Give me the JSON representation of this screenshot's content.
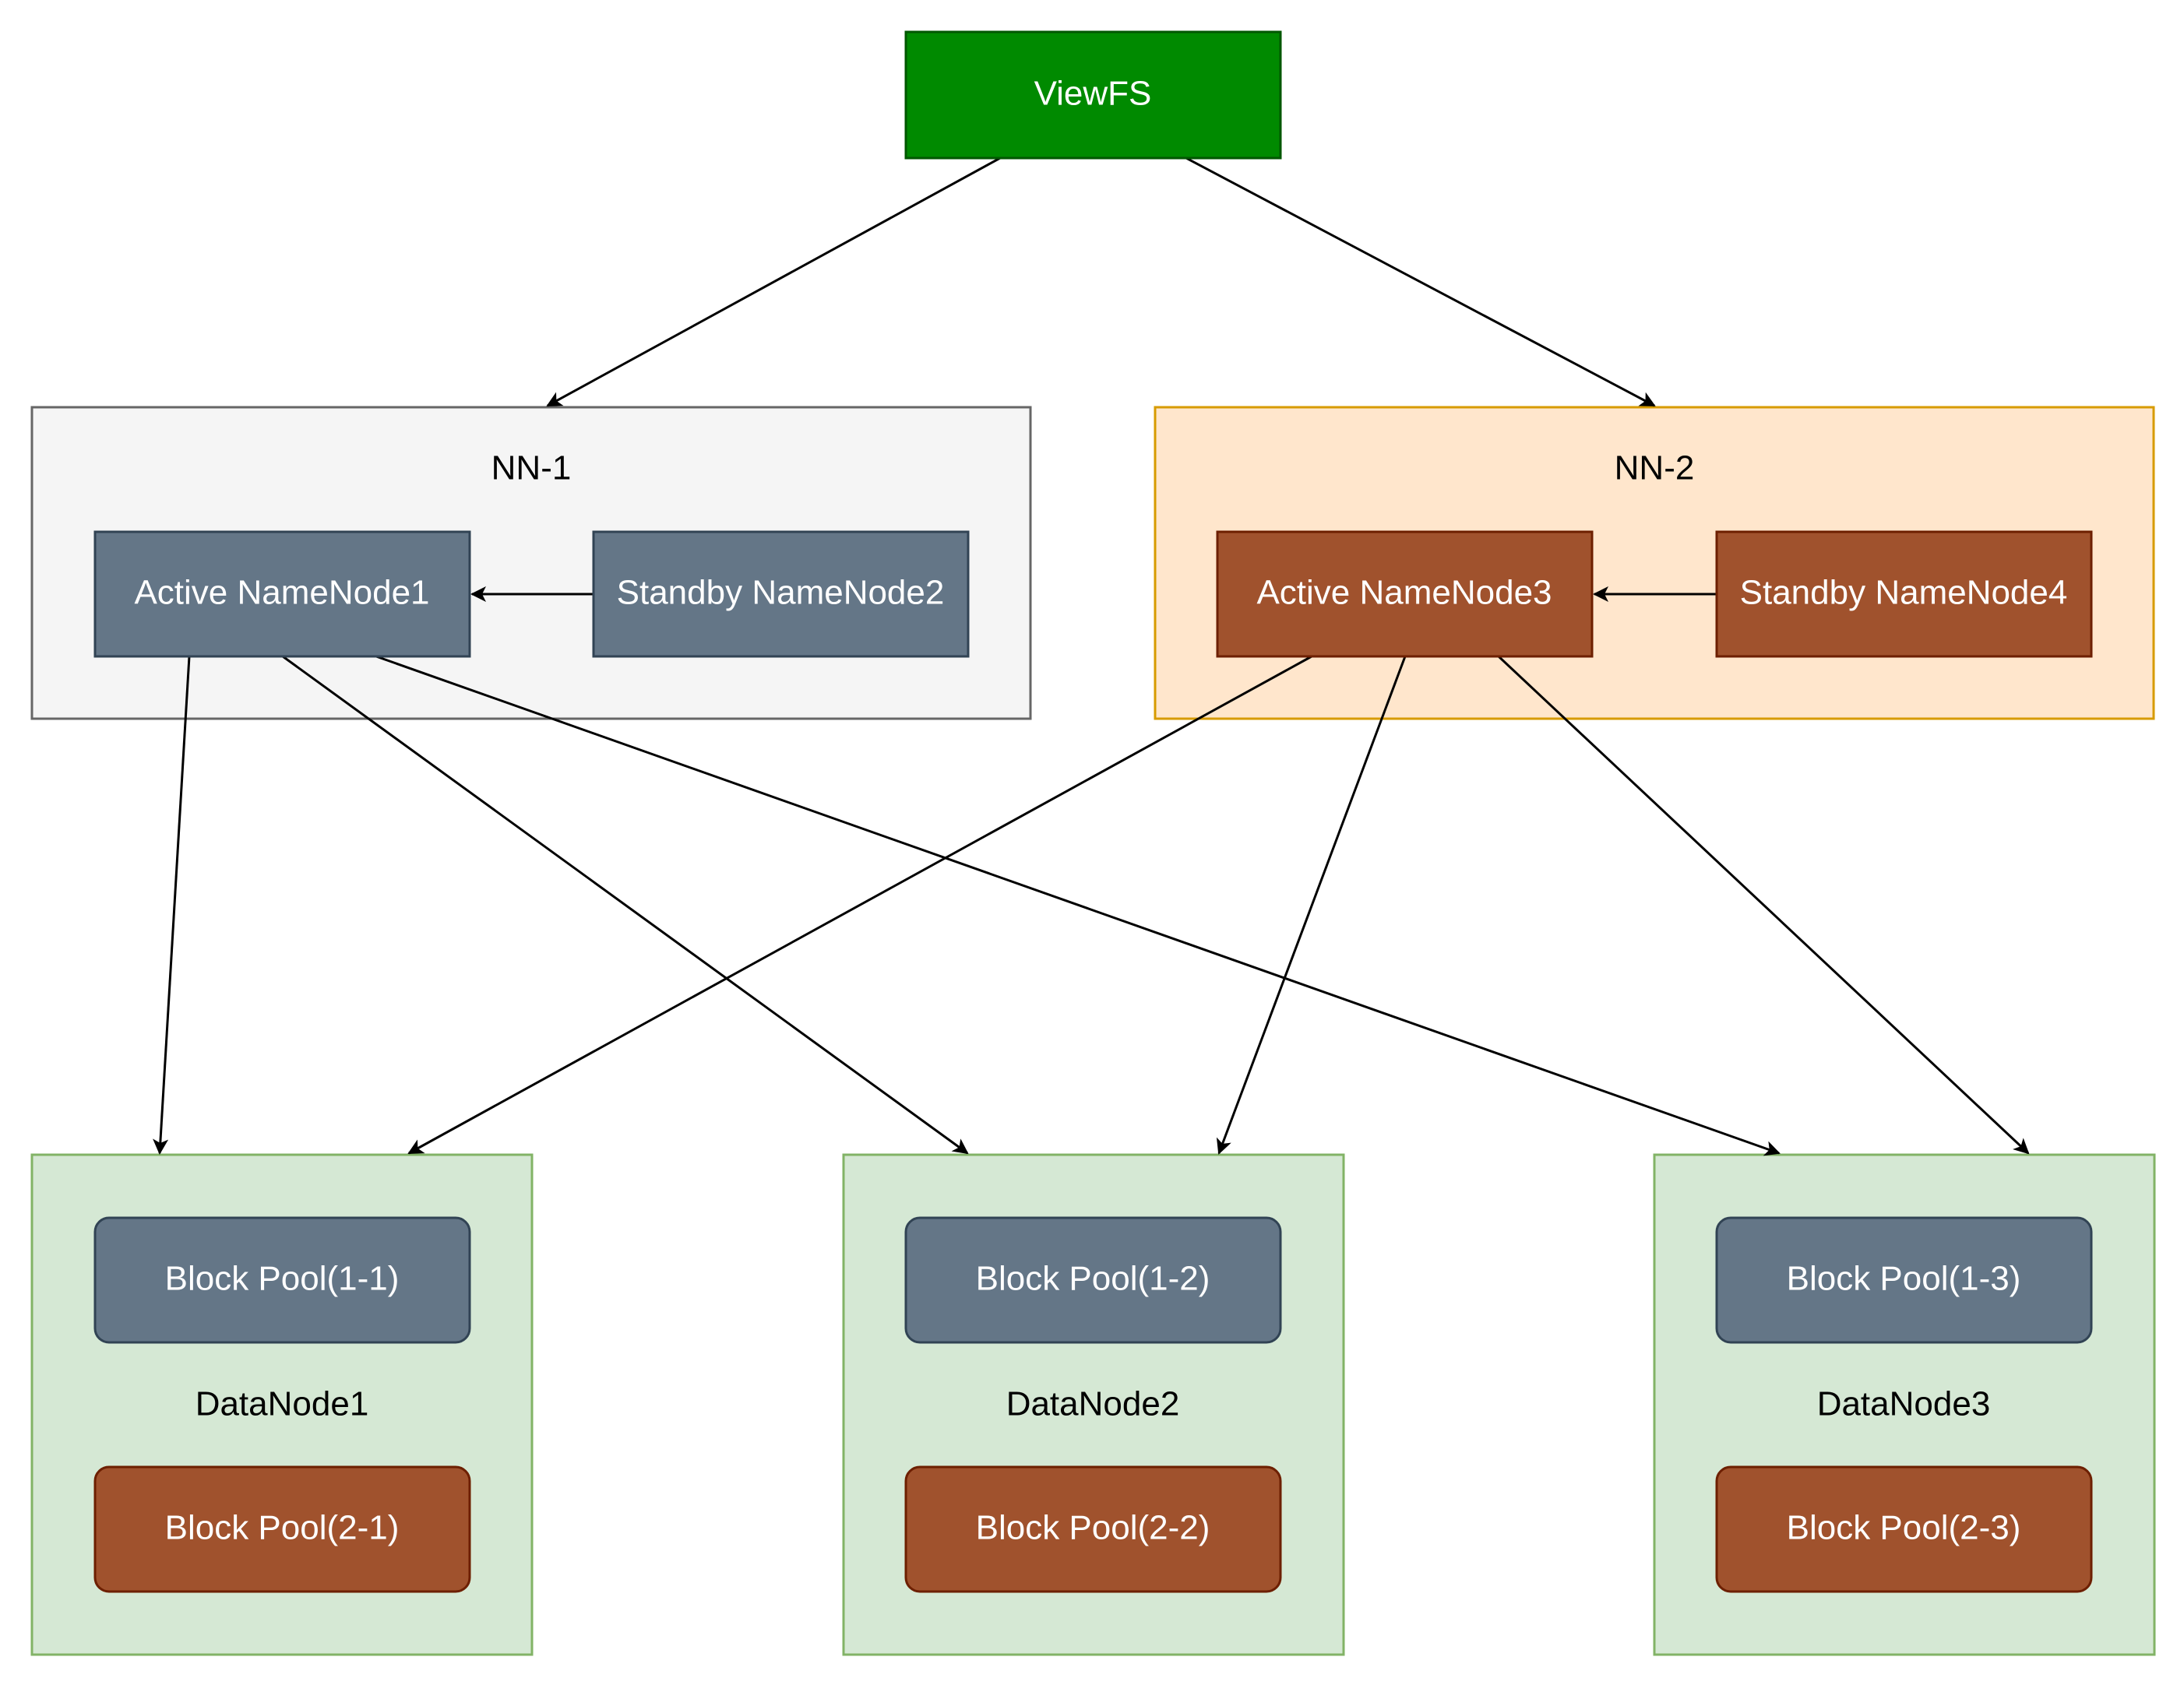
{
  "viewfs": {
    "label": "ViewFS"
  },
  "namespaces": [
    {
      "label": "NN-1",
      "active": "Active NameNode1",
      "standby": "Standby NameNode2"
    },
    {
      "label": "NN-2",
      "active": "Active NameNode3",
      "standby": "Standby NameNode4"
    }
  ],
  "datanodes": [
    {
      "label": "DataNode1",
      "pool_ns1": "Block Pool(1-1)",
      "pool_ns2": "Block Pool(2-1)"
    },
    {
      "label": "DataNode2",
      "pool_ns1": "Block Pool(1-2)",
      "pool_ns2": "Block Pool(2-2)"
    },
    {
      "label": "DataNode3",
      "pool_ns1": "Block Pool(1-3)",
      "pool_ns2": "Block Pool(2-3)"
    }
  ],
  "colors": {
    "viewfs_fill": "#008a00",
    "viewfs_stroke": "#005700",
    "nn1_container_fill": "#f5f5f5",
    "nn1_container_stroke": "#666666",
    "nn2_container_fill": "#ffe6cc",
    "nn2_container_stroke": "#d79b00",
    "ns1_node_fill": "#647687",
    "ns1_node_stroke": "#314354",
    "ns2_node_fill": "#a0522d",
    "ns2_node_stroke": "#6d1f00",
    "datanode_fill": "#d5e8d4",
    "datanode_stroke": "#82b366",
    "edge": "#000000",
    "light_text": "#ffffff",
    "dark_text": "#000000"
  }
}
